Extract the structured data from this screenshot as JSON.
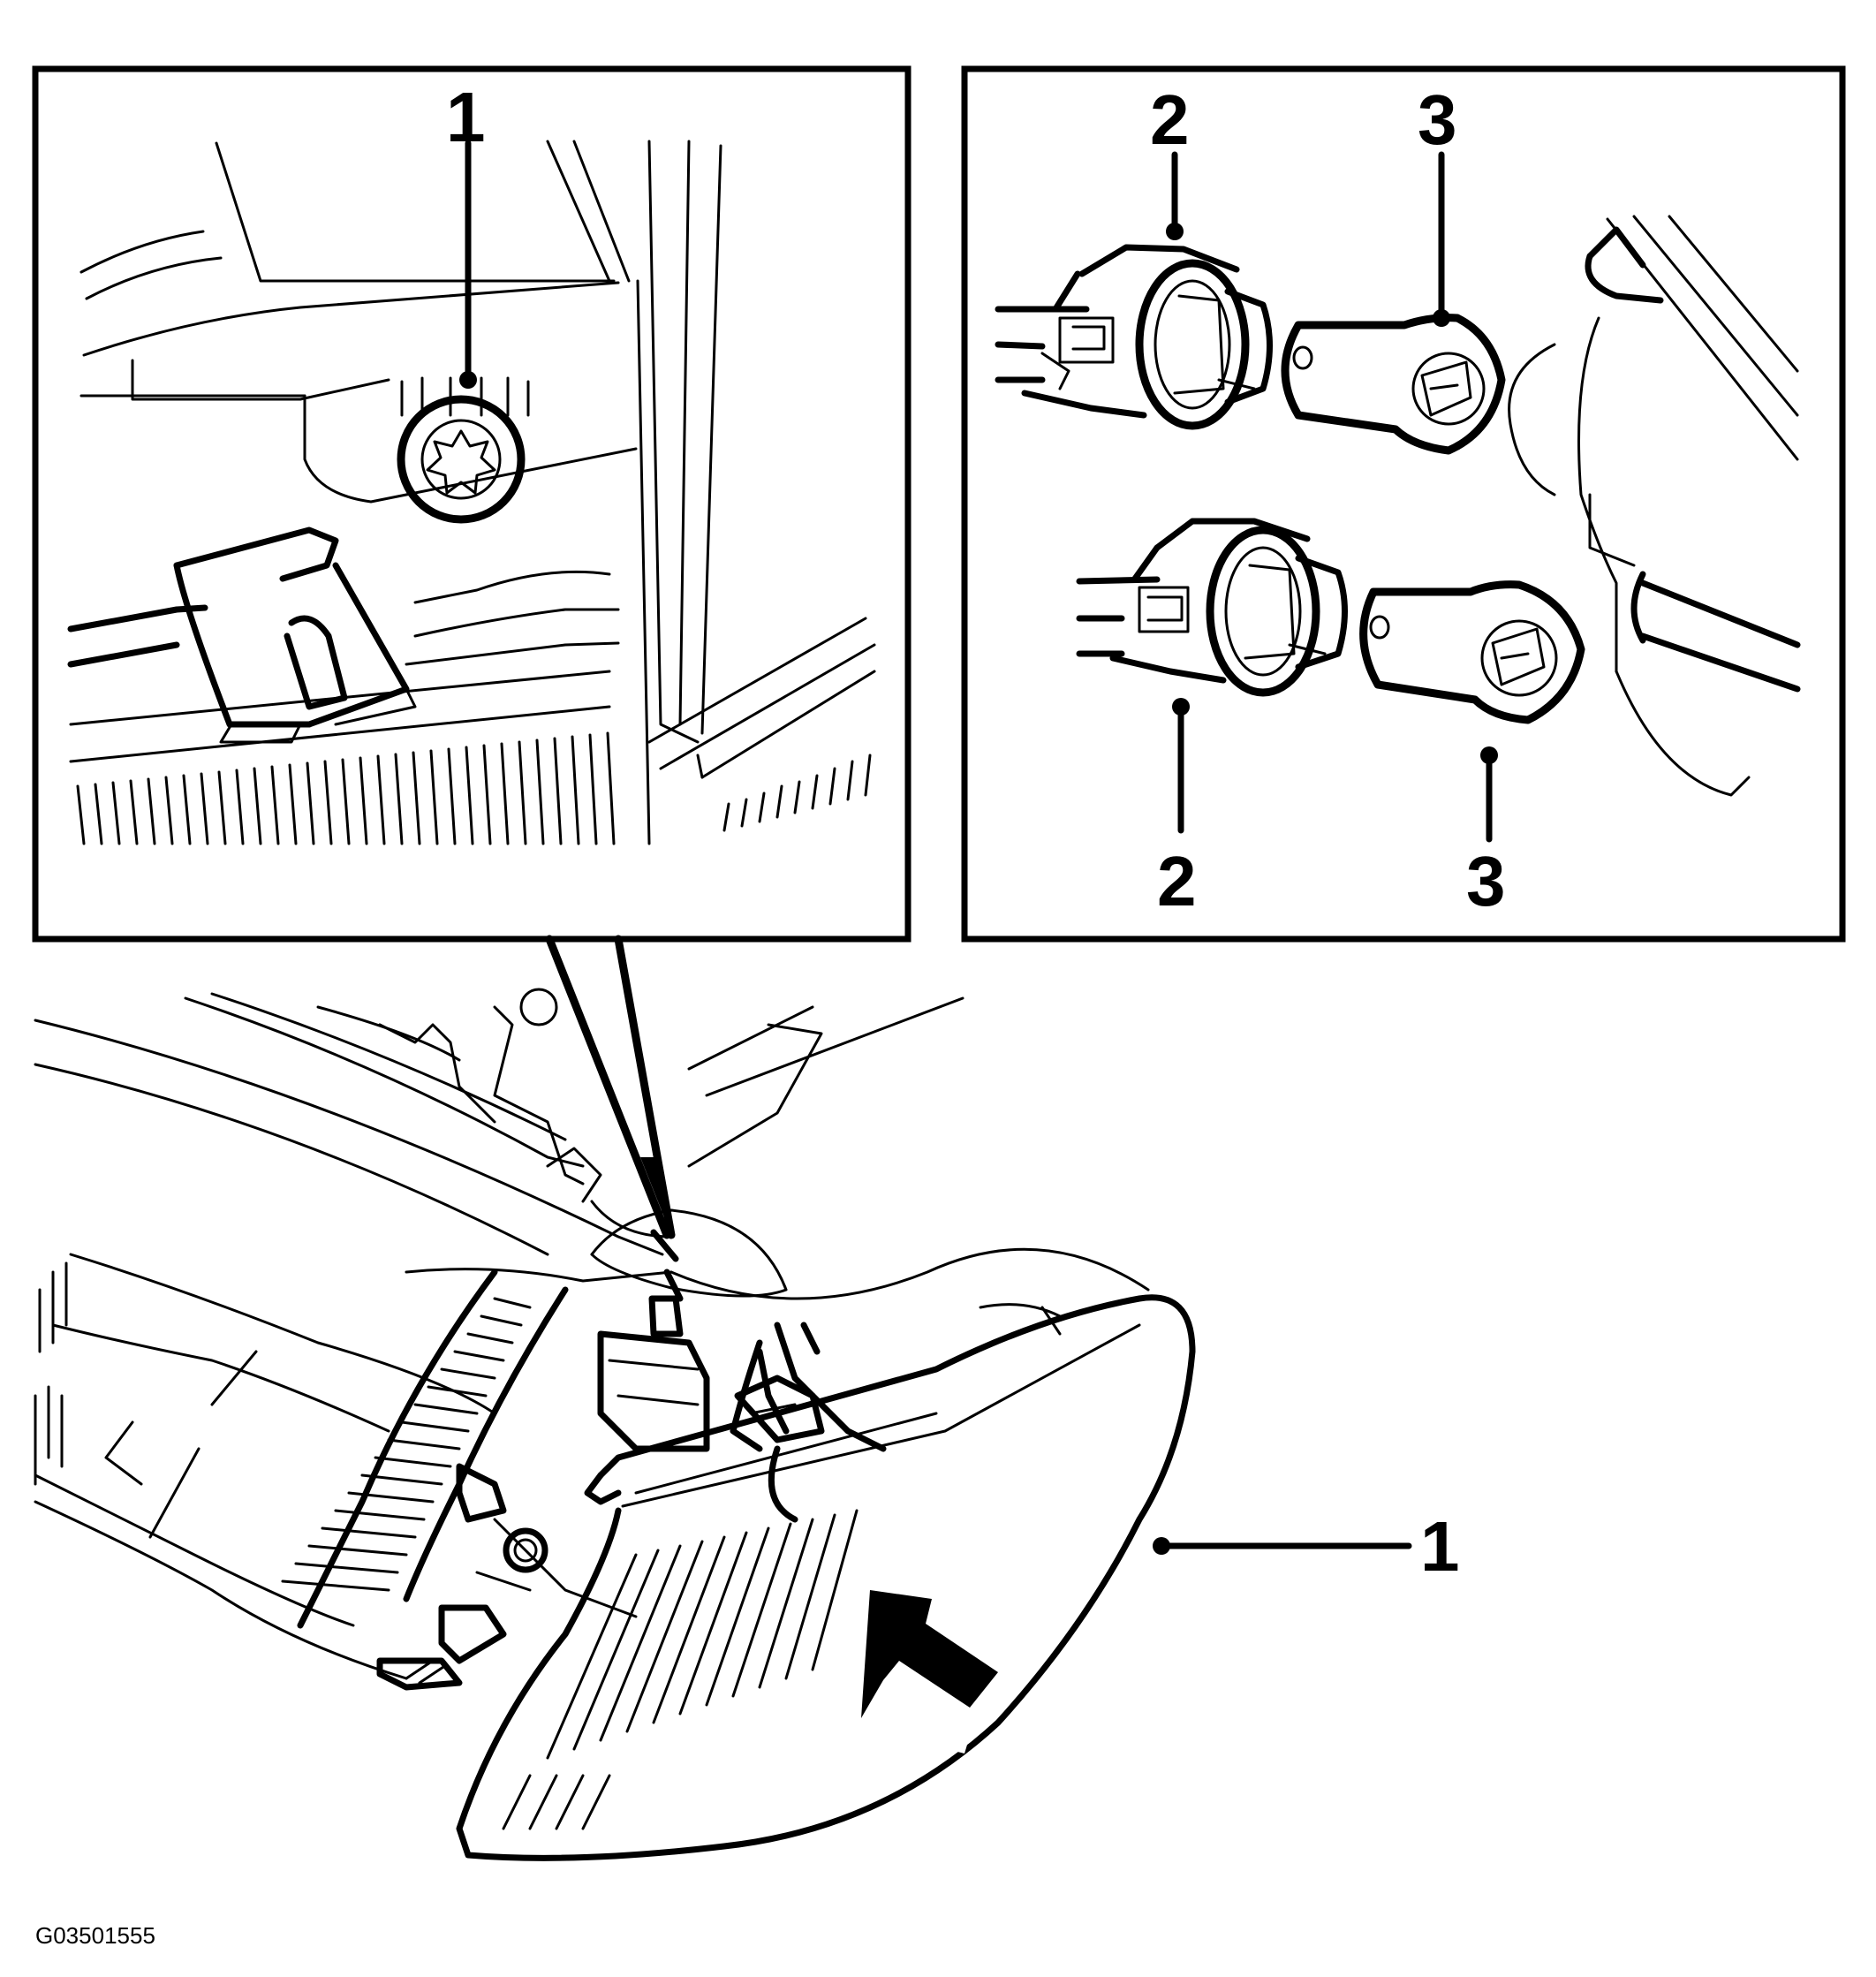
{
  "figure_code": "G03501555",
  "callouts": {
    "inset_left_1": "1",
    "inset_right_2_top": "2",
    "inset_right_3_top": "3",
    "inset_right_2_bottom": "2",
    "inset_right_3_bottom": "3",
    "main_1": "1"
  },
  "colors": {
    "line": "#000000",
    "background": "#ffffff"
  }
}
